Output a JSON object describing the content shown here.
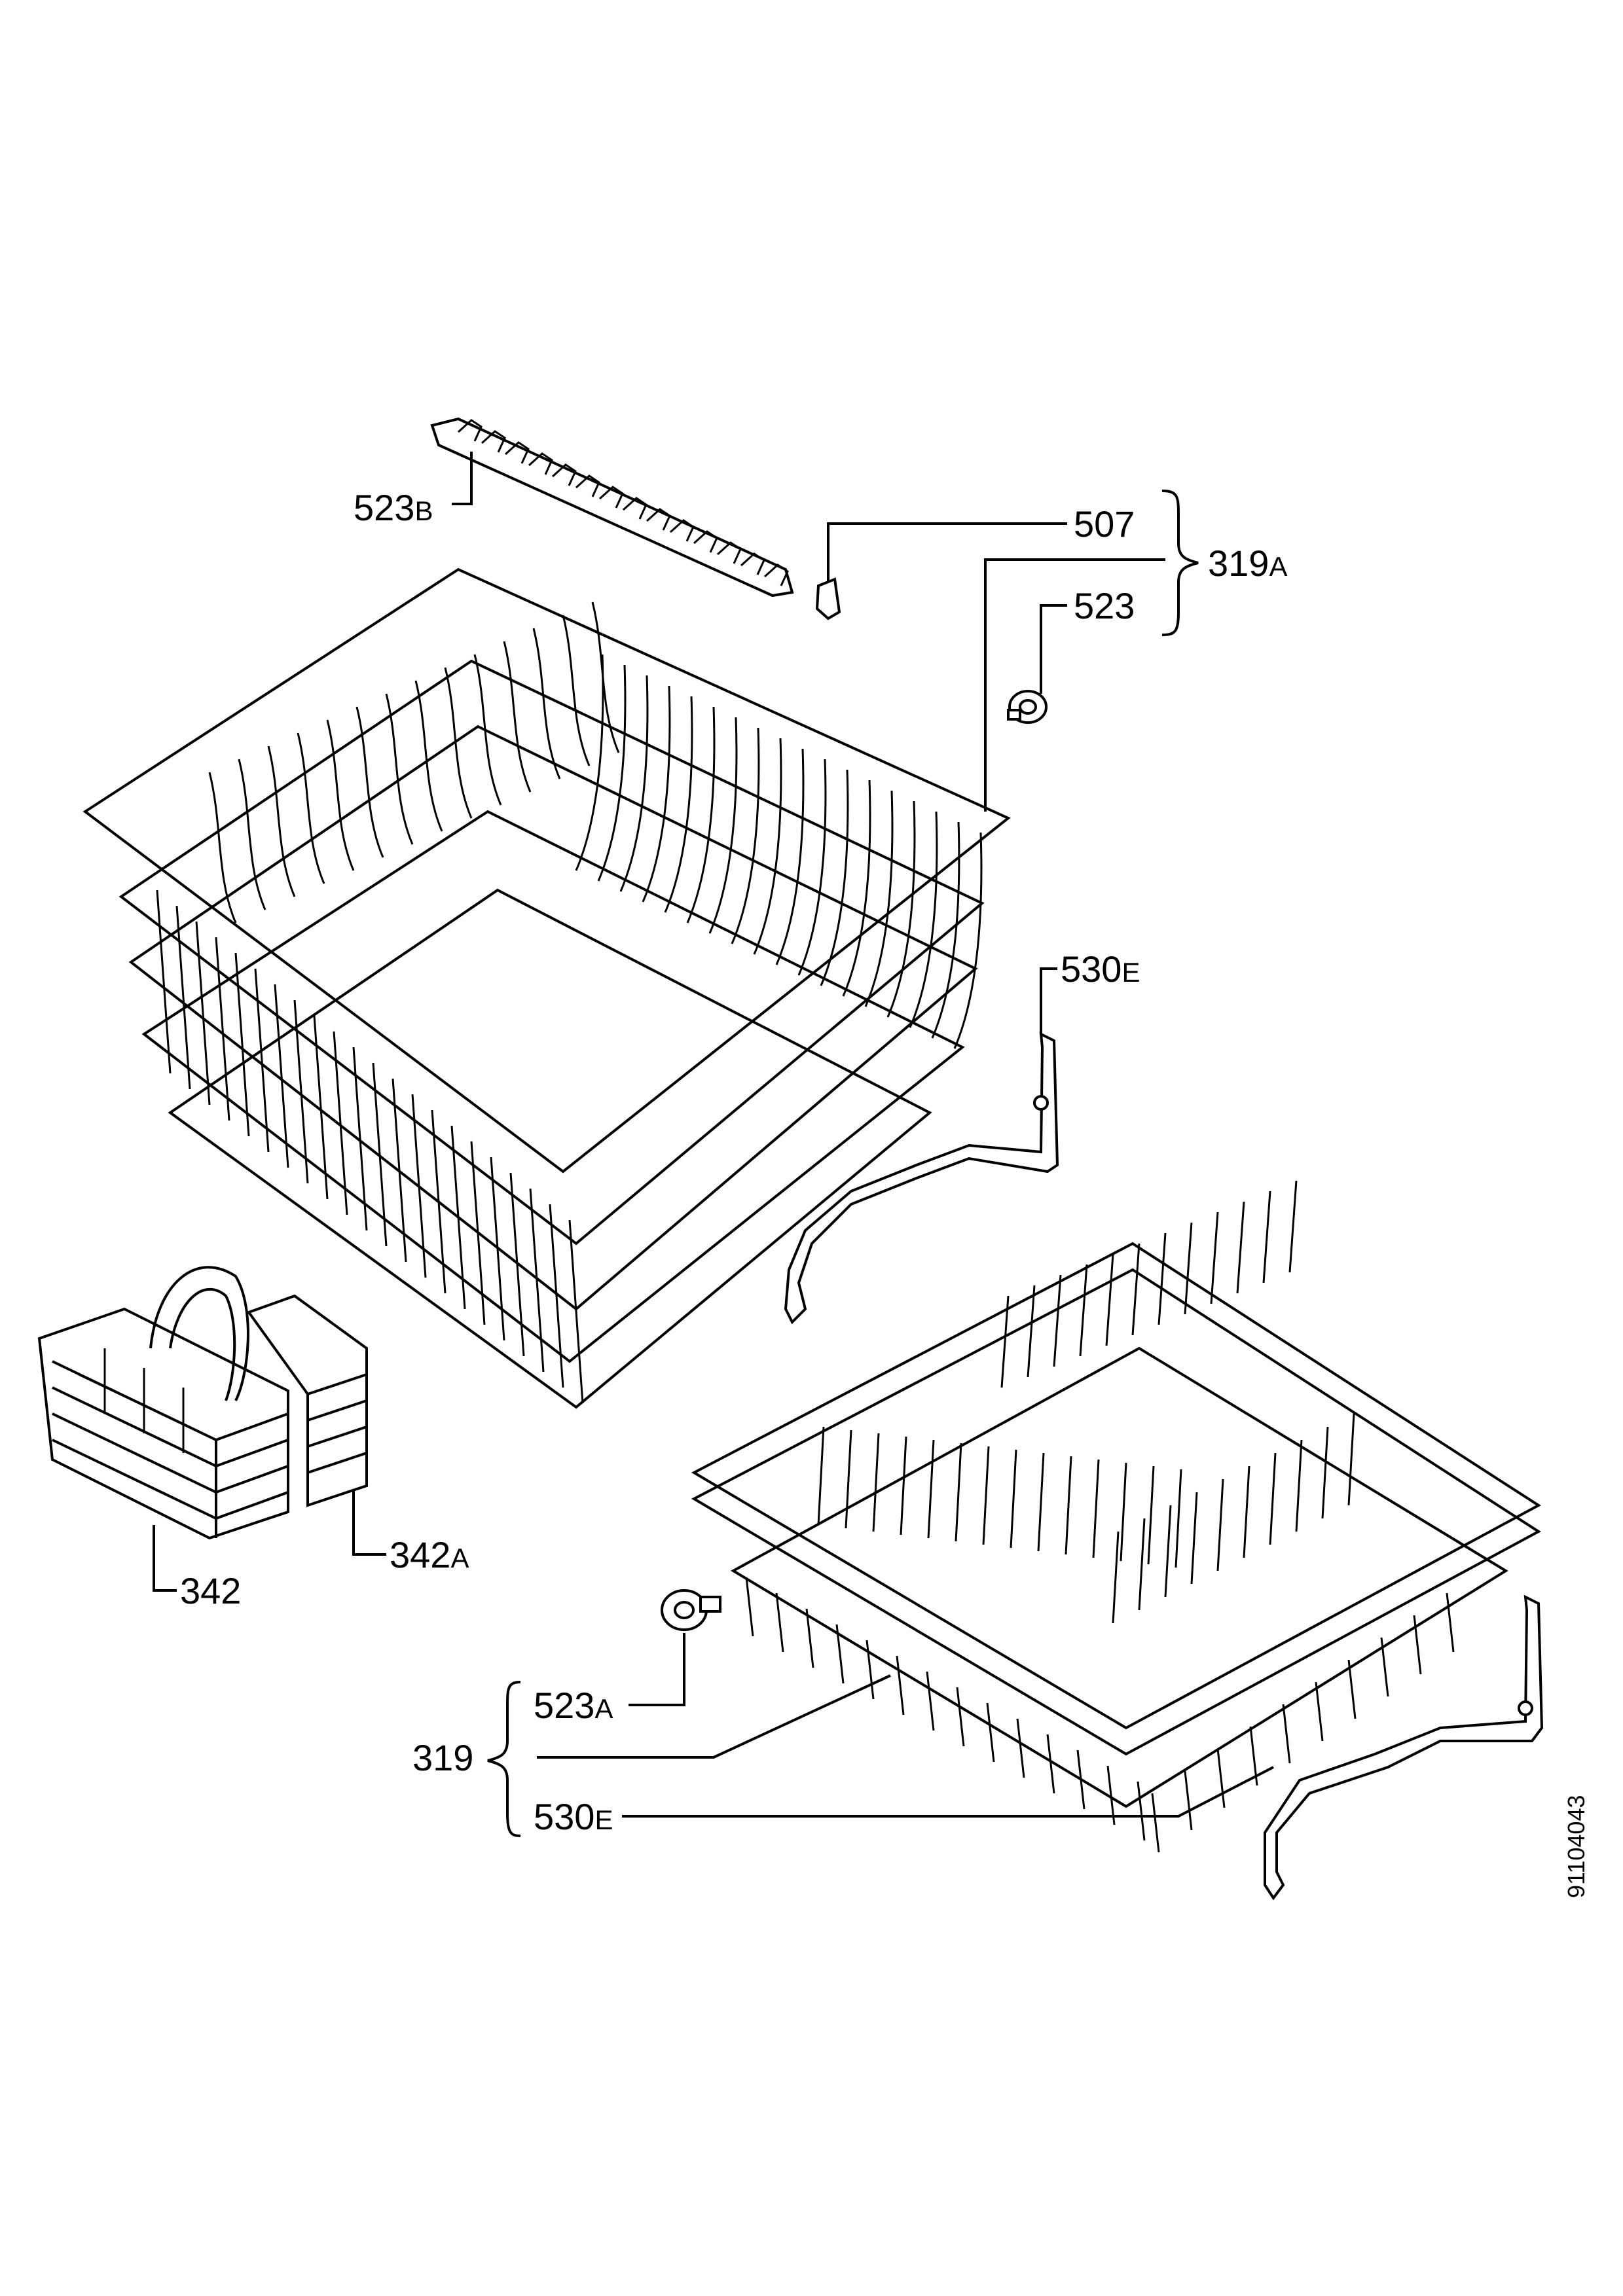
{
  "labels": {
    "p523b": {
      "num": "523",
      "suffix": "B"
    },
    "p507": {
      "num": "507"
    },
    "p319a": {
      "num": "319",
      "suffix": "A"
    },
    "p523": {
      "num": "523"
    },
    "p530e_top": {
      "num": "530",
      "suffix": "E"
    },
    "p342a": {
      "num": "342",
      "suffix": "A"
    },
    "p342": {
      "num": "342"
    },
    "p523a": {
      "num": "523",
      "suffix": "A"
    },
    "p319": {
      "num": "319"
    },
    "p530e_bottom": {
      "num": "530",
      "suffix": "E"
    }
  },
  "drawing_ref": "91104043"
}
